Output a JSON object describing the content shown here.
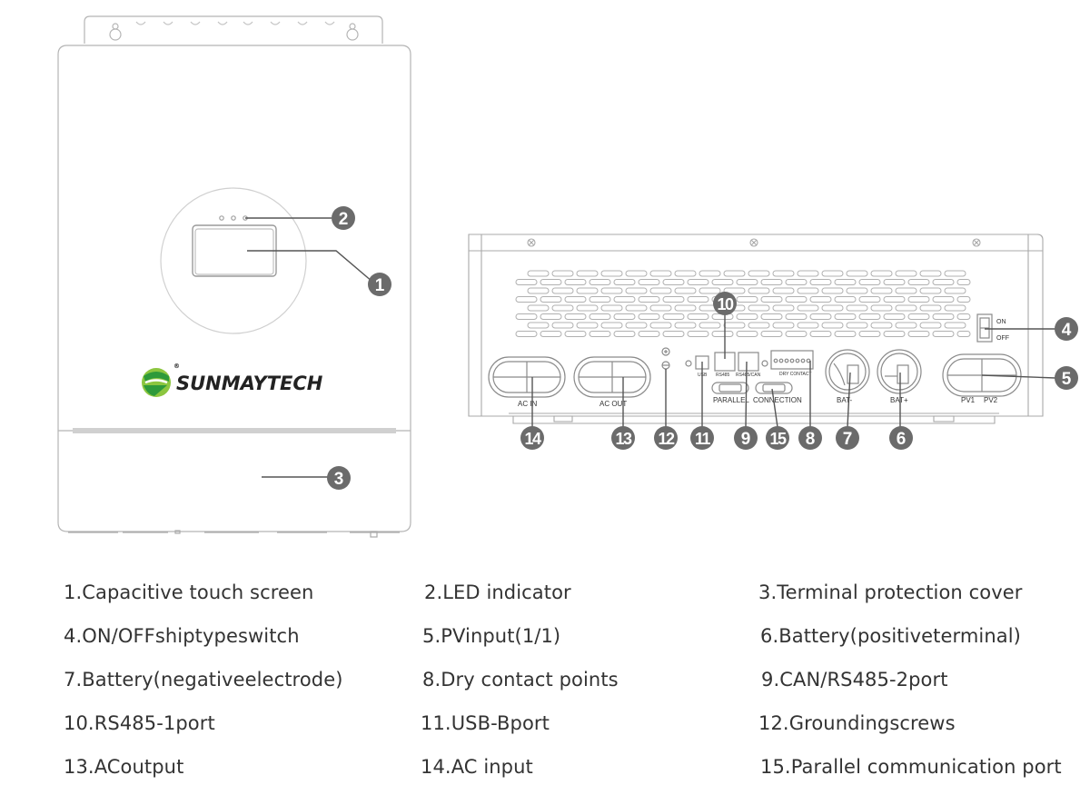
{
  "brand": {
    "logo_text": "SUNMAYTECH",
    "registered_mark": "®",
    "logo_colors": {
      "green_light": "#8cc63f",
      "green_dark": "#2e9a3a",
      "text": "#222222"
    }
  },
  "colors": {
    "marker_fill": "#6b6b6b",
    "line": "#9a9a9a",
    "leader": "#555555",
    "text": "#333333"
  },
  "bottom_panel": {
    "port_labels": {
      "ac_in": "AC IN",
      "ac_out": "AC OUT",
      "usb": "USB",
      "rs485": "RS485",
      "rs485_can": "RS485/CAN",
      "dry_contact": "DRY CONTACT",
      "parallel": "PARALLEL",
      "connection": "CONNECTION",
      "bat_minus": "BAT-",
      "bat_plus": "BAT+",
      "pv1": "PV1",
      "pv2": "PV2",
      "switch_on": "ON",
      "switch_off": "OFF"
    }
  },
  "markers": [
    "1",
    "2",
    "3",
    "4",
    "5",
    "6",
    "7",
    "8",
    "9",
    "10",
    "11",
    "12",
    "13",
    "14",
    "15"
  ],
  "legend": {
    "rows": [
      [
        "1.Capacitive touch screen",
        "2.LED indicator",
        "3.Terminal protection cover"
      ],
      [
        "4.ON/OFFshiptypeswitch",
        "5.PVinput(1/1)",
        "6.Battery(positiveterminal)"
      ],
      [
        "7.Battery(negativeelectrode)",
        "8.Dry contact points",
        "9.CAN/RS485-2port"
      ],
      [
        "10.RS485-1port",
        "11.USB-Bport",
        "12.Groundingscrews"
      ],
      [
        "13.ACoutput",
        "14.AC input",
        "15.Parallel communication port"
      ]
    ]
  }
}
